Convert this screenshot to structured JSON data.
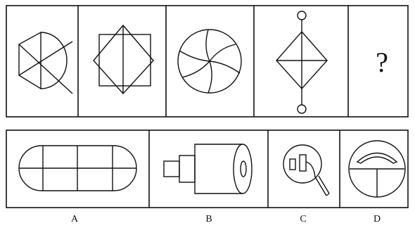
{
  "question": {
    "sequence": [
      {
        "name": "fig-1"
      },
      {
        "name": "fig-2"
      },
      {
        "name": "fig-3"
      },
      {
        "name": "fig-4"
      },
      {
        "name": "fig-5",
        "symbol": "?"
      }
    ]
  },
  "options": [
    {
      "label": "A"
    },
    {
      "label": "B"
    },
    {
      "label": "C"
    },
    {
      "label": "D"
    }
  ]
}
